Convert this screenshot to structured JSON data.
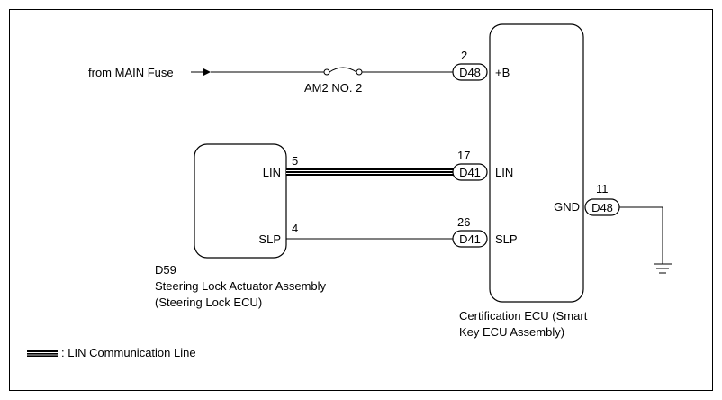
{
  "source": {
    "label": "from MAIN Fuse"
  },
  "fuse": {
    "label": "AM2 NO. 2"
  },
  "steering_ecu": {
    "code": "D59",
    "name_line1": "Steering Lock Actuator Assembly",
    "name_line2": "(Steering Lock ECU)",
    "pins": [
      {
        "name": "LIN",
        "num": "5"
      },
      {
        "name": "SLP",
        "num": "4"
      }
    ]
  },
  "cert_ecu": {
    "name_line1": "Certification ECU (Smart",
    "name_line2": "Key ECU Assembly)",
    "pins": [
      {
        "name": "+B",
        "num": "2",
        "conn": "D48"
      },
      {
        "name": "LIN",
        "num": "17",
        "conn": "D41"
      },
      {
        "name": "SLP",
        "num": "26",
        "conn": "D41"
      },
      {
        "name": "GND",
        "num": "11",
        "conn": "D48"
      }
    ]
  },
  "legend": {
    "label": ": LIN Communication Line"
  }
}
